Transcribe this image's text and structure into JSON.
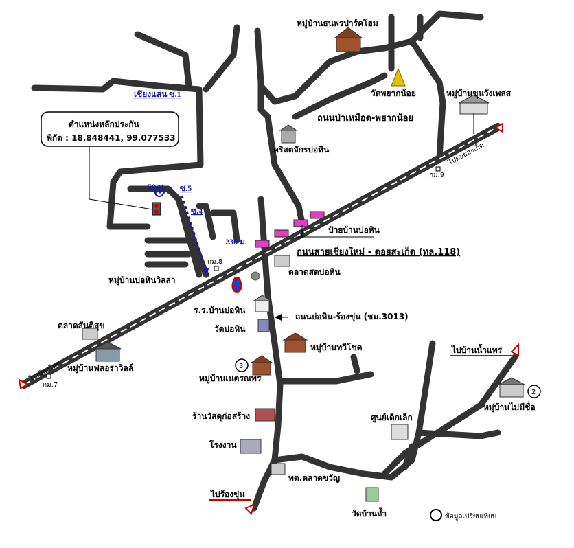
{
  "colors": {
    "road": "#333333",
    "highway_center": "#ffffff",
    "accent_red": "#d00000",
    "accent_blue": "#1a1aa6",
    "building_pink": "#e040c0"
  },
  "landmark": {
    "title": "ตำแหน่งหลักประกัน",
    "coord": "พิกัด : 18.848441, 99.077533"
  },
  "labels": {
    "thanaporn": "หมู่บ้านธนพรปาร์คโฮม",
    "wat_phayak": "วัดพยากน้อย",
    "khunwang": "หมู่บ้านขุนวังเพลส",
    "chiangsaen": "เชียงแสน ซ.1",
    "road_pamuet": "ถนนป่าเหมือด-พยากน้อย",
    "church": "คริสตจักรบ่อหิน",
    "to_doi": "ไปดอยสะเก็ด",
    "km9": "กม.9",
    "dist50": "50 ม.",
    "soi5": "ซ.5",
    "soi4": "ซ.4",
    "sign_bohin": "ป้ายบ้านบ่อหิน",
    "dist230": "230 ม.",
    "road_118": "ถนนสายเชียงใหม่ - ดอยสะเก็ด  (ทล.118)",
    "km8": "กม.8",
    "village_villa": "หมู่บ้านบ่อหินวิลล่า",
    "market_bohin": "ตลาดสดบ่อหิน",
    "school": "ร.ร.บ้านบ่อหิน",
    "road_3013": "ถนนบ่อหิน-ร้องขุ่น (ชม.3013)",
    "wat_bohin": "วัดบ่อหิน",
    "market_sansuk": "ตลาดสันติสุข",
    "to_chiangmai": "ไปเชียงใหม่",
    "flora": "หมู่บ้านฟลอร่าวิลล์",
    "km7": "กม.7",
    "taweechoke": "หมู่บ้านทวีโชค",
    "netronporn": "หมู่บ้านเนตรณพร",
    "to_namprae": "ไปบ้านน้ำแพร่",
    "no_name": "หมู่บ้านไม่มีชื่อ",
    "hardware": "ร้านวัสดุก่อสร้าง",
    "childcare": "ศูนย์เด็กเล็ก",
    "factory": "โรงงาน",
    "tambon": "ทต.ตลาดขวัญ",
    "to_rongkhun": "ไปร้องขุ่น",
    "wat_tham": "วัดบ้านถ้ำ",
    "legend_compare": "ข้อมูลเปรียบเทียบ",
    "n2": "2",
    "n3": "3"
  }
}
